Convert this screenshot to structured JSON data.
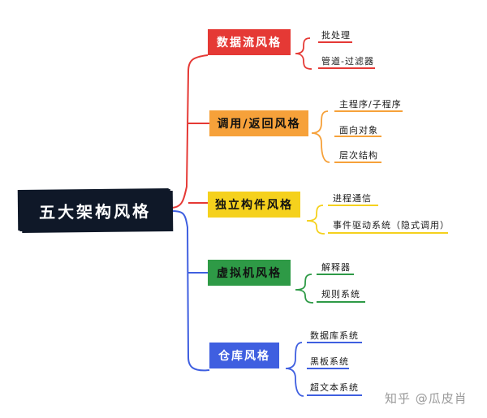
{
  "root": {
    "label": "五大架构风格"
  },
  "colors": {
    "red": "#e53935",
    "orange": "#f6a13a",
    "yellow": "#f5d11d",
    "green": "#2e9a46",
    "blue": "#3f5fe0",
    "root_bg": "#0f1828"
  },
  "branches": [
    {
      "label": "数据流风格",
      "color": "#e53935",
      "text_color": "#ffffff",
      "leaves": [
        "批处理",
        "管道-过滤器"
      ]
    },
    {
      "label": "调用/返回风格",
      "color": "#f6a13a",
      "text_color": "#111111",
      "leaves": [
        "主程序/子程序",
        "面向对象",
        "层次结构"
      ]
    },
    {
      "label": "独立构件风格",
      "color": "#f5d11d",
      "text_color": "#111111",
      "leaves": [
        "进程通信",
        "事件驱动系统（隐式调用）"
      ]
    },
    {
      "label": "虚拟机风格",
      "color": "#2e9a46",
      "text_color": "#111111",
      "leaves": [
        "解释器",
        "规则系统"
      ]
    },
    {
      "label": "仓库风格",
      "color": "#3f5fe0",
      "text_color": "#ffffff",
      "leaves": [
        "数据库系统",
        "黑板系统",
        "超文本系统"
      ]
    }
  ],
  "watermark": "知乎 @瓜皮肖"
}
